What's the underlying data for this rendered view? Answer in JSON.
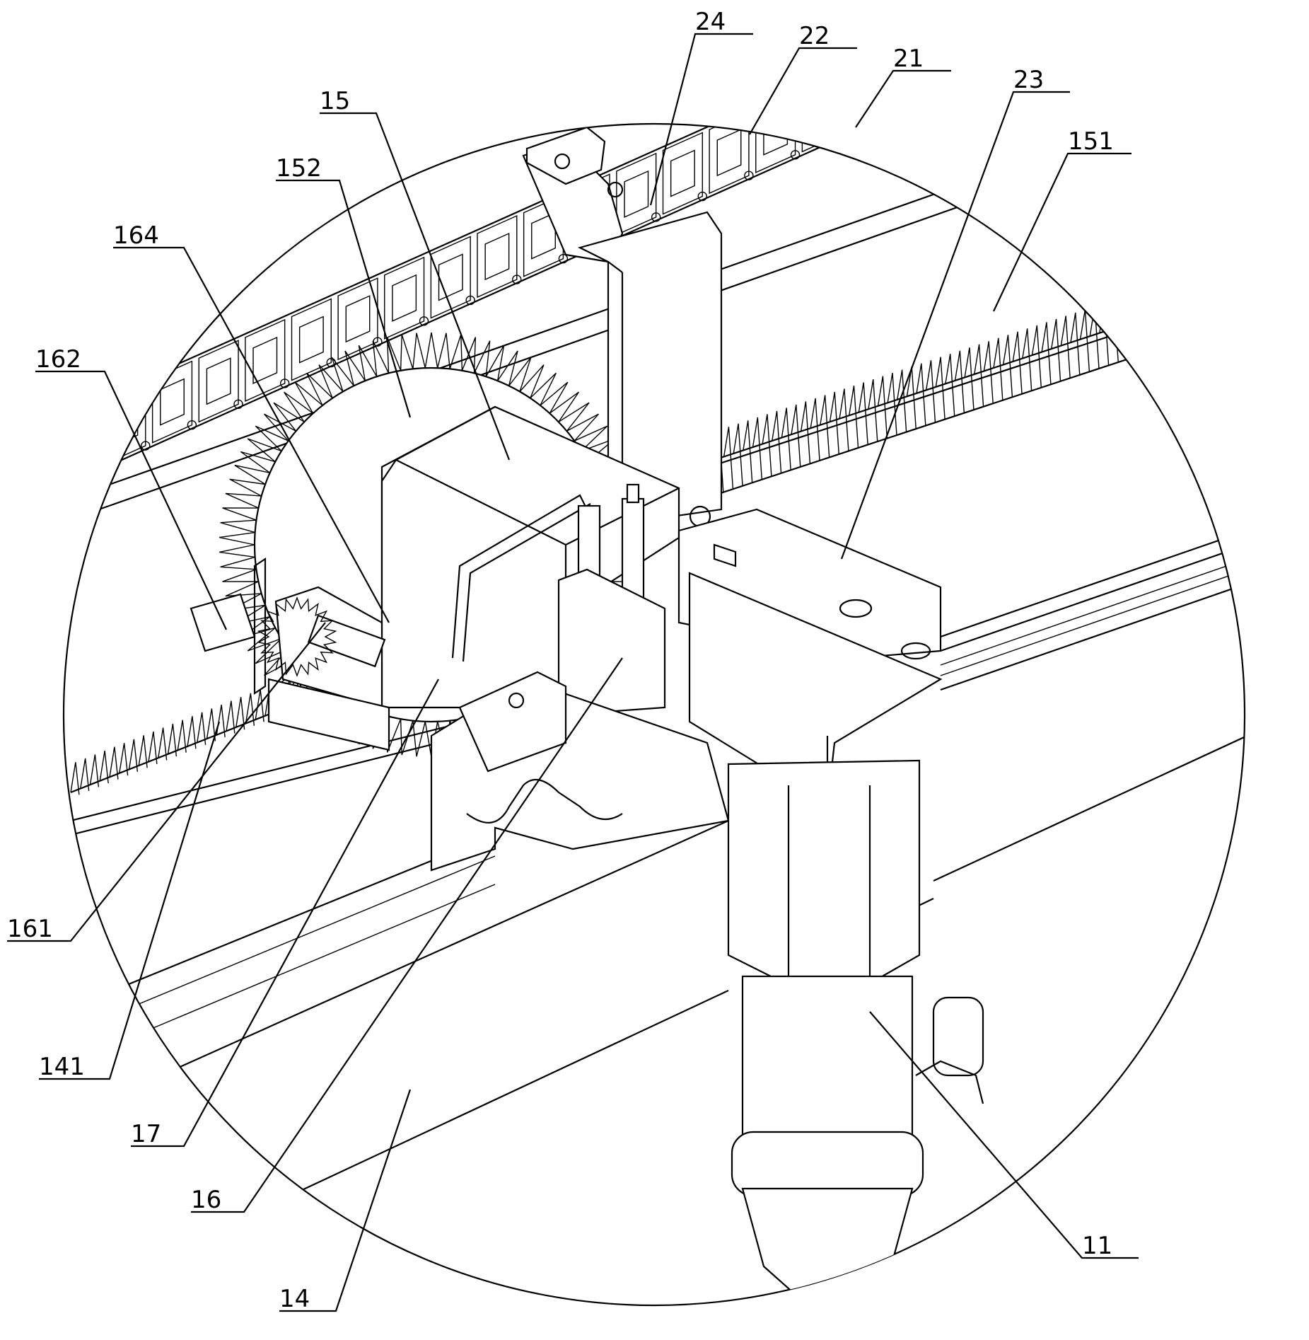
{
  "figure": {
    "type": "patent-detail-view",
    "line_color": "#000000",
    "background": "#ffffff"
  },
  "labels": {
    "l24": "24",
    "l22": "22",
    "l21": "21",
    "l23": "23",
    "l151": "151",
    "l15": "15",
    "l152": "152",
    "l164": "164",
    "l162": "162",
    "l161": "161",
    "l141": "141",
    "l17": "17",
    "l16": "16",
    "l14": "14",
    "l11": "11"
  }
}
